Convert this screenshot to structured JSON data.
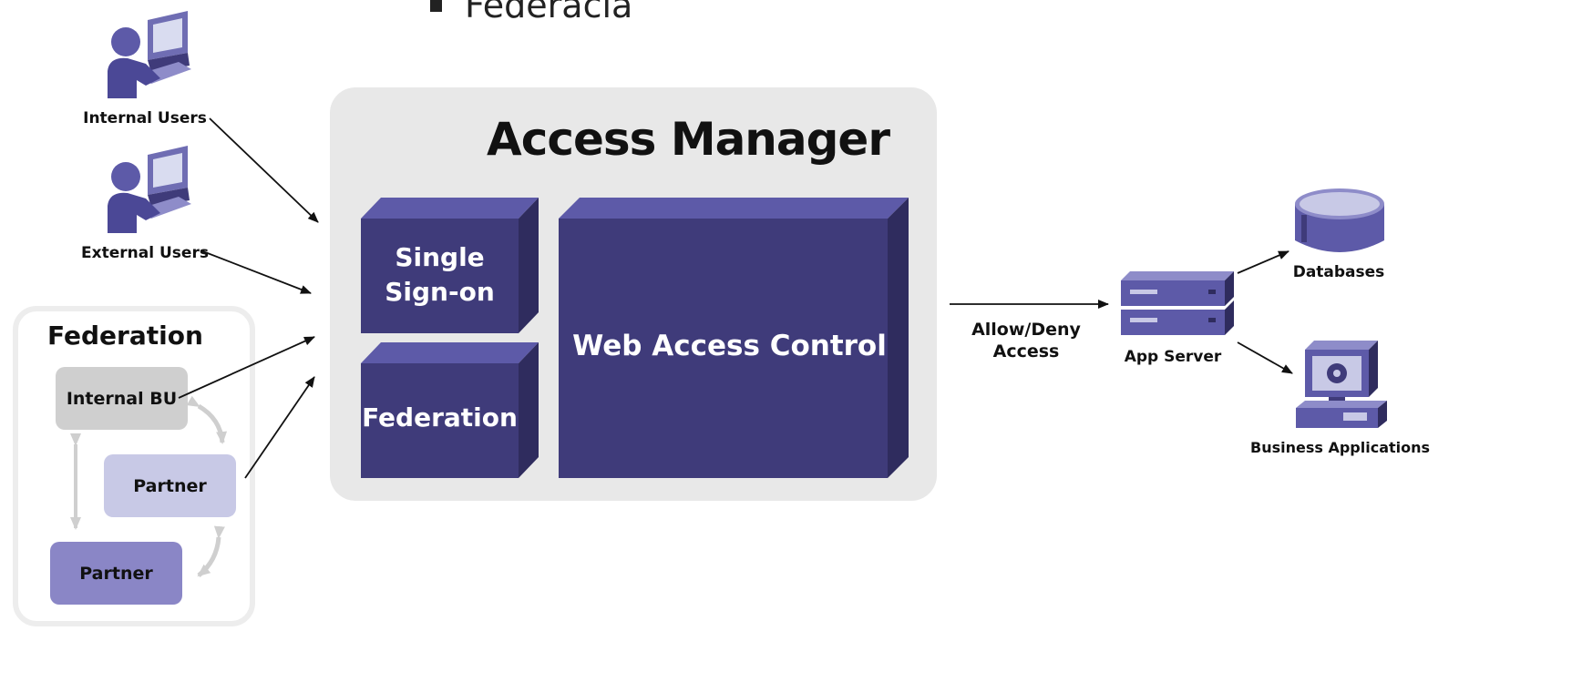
{
  "bullet": {
    "text": "Federacia"
  },
  "users": {
    "internal_label": "Internal Users",
    "external_label": "External Users"
  },
  "federation_group": {
    "title": "Federation",
    "internal_bu": "Internal BU",
    "partner_1": "Partner",
    "partner_2": "Partner"
  },
  "access_manager": {
    "title": "Access Manager",
    "sso_line1": "Single",
    "sso_line2": "Sign-on",
    "federation": "Federation",
    "web_access_control": "Web Access Control"
  },
  "flow": {
    "allow_deny_line1": "Allow/Deny",
    "allow_deny_line2": "Access"
  },
  "backend": {
    "app_server": "App Server",
    "databases": "Databases",
    "business_apps": "Business Applications"
  },
  "colors": {
    "block_front": "#3f3b7a",
    "block_top": "#5d5aa8",
    "block_side": "#2f2c5e",
    "panel": "#e8e8e8",
    "internal_bu_box": "#cfcfcf",
    "partner_light": "#c8c9e6",
    "partner_dark": "#8a86c6"
  }
}
